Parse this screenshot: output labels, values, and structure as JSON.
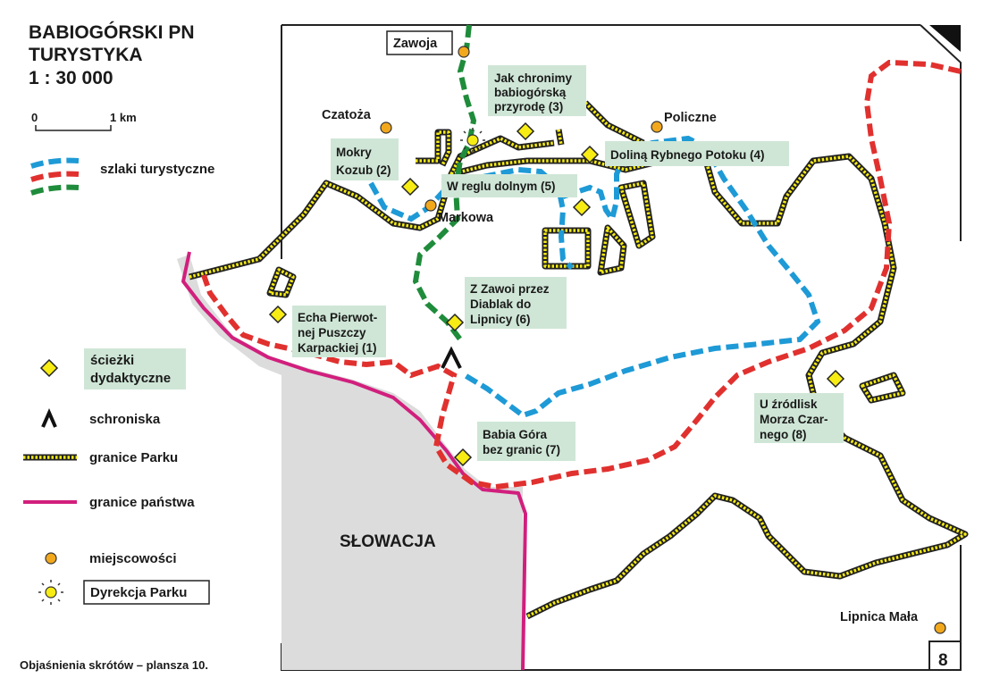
{
  "title": {
    "line1": "BABIOGÓRSKI  PN",
    "line2": "TURYSTYKA",
    "line3": "1 : 30 000"
  },
  "scale_bar": {
    "start": "0",
    "end": "1 km"
  },
  "legend": {
    "trails": "szlaki  turystyczne",
    "didactic_paths": [
      "ścieżki",
      "dydaktyczne"
    ],
    "shelters": "schroniska",
    "park_border": "granice  Parku",
    "state_border": "granice  państwa",
    "localities": "miejscowości",
    "park_directorate": "Dyrekcja  Parku"
  },
  "places": {
    "zawoja": "Zawoja",
    "czatoza": "Czatoża",
    "markowa": "Markowa",
    "policzne": "Policzne",
    "lipnica_mala": "Lipnica Mała"
  },
  "country_label": "SŁOWACJA",
  "didactic_labels": {
    "p1": [
      "Echa Pierwot-",
      "nej Puszczy",
      "Karpackiej (1)"
    ],
    "p2": [
      "Mokry",
      "Kozub (2)"
    ],
    "p3": [
      "Jak chronimy",
      "babiogórską",
      "przyrodę (3)"
    ],
    "p4": [
      "Doliną Rybnego Potoku (4)"
    ],
    "p5": [
      "W reglu dolnym (5)"
    ],
    "p6": [
      "Z Zawoi przez",
      "Diablak do",
      "Lipnicy (6)"
    ],
    "p7": [
      "Babia Góra",
      "bez granic (7)"
    ],
    "p8": [
      "U źródlisk",
      "Morza Czar-",
      "nego (8)"
    ]
  },
  "footer": {
    "note": "Objaśnienia skrótów – plansza 10.",
    "page_number": "8"
  },
  "colors": {
    "trail_blue": "#1e9ad6",
    "trail_red": "#e0312f",
    "trail_green": "#1f8c3b",
    "park_border": "#f7ec13",
    "state_border": "#d11f7d",
    "locality": "#f2a81d",
    "didactic": "#f7ec13",
    "label_box": "#cfe6d6",
    "slovakia": "#dcdcdc"
  }
}
